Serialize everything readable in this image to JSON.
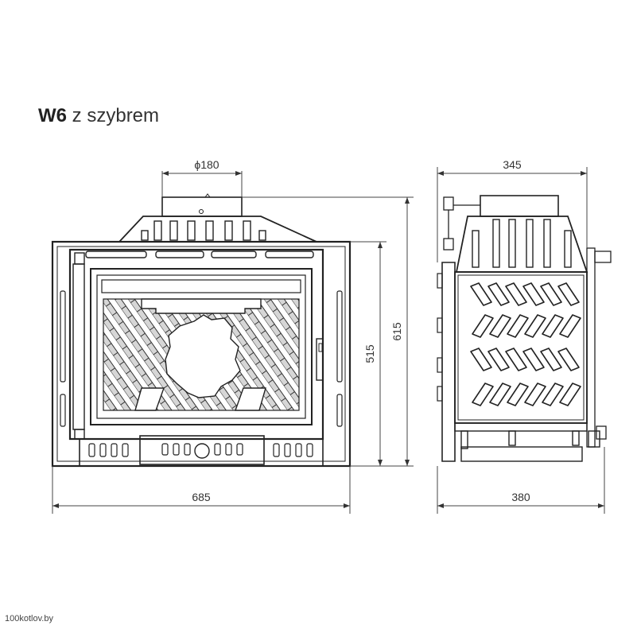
{
  "title": {
    "model": "W6",
    "subtitle": "z szybrem"
  },
  "dimensions": {
    "flue_diameter": "ϕ180",
    "front_width": "685",
    "front_height_inner": "515",
    "front_height_total": "615",
    "side_depth_top": "345",
    "side_depth_bottom": "380"
  },
  "watermark": "100kotlov.by"
}
